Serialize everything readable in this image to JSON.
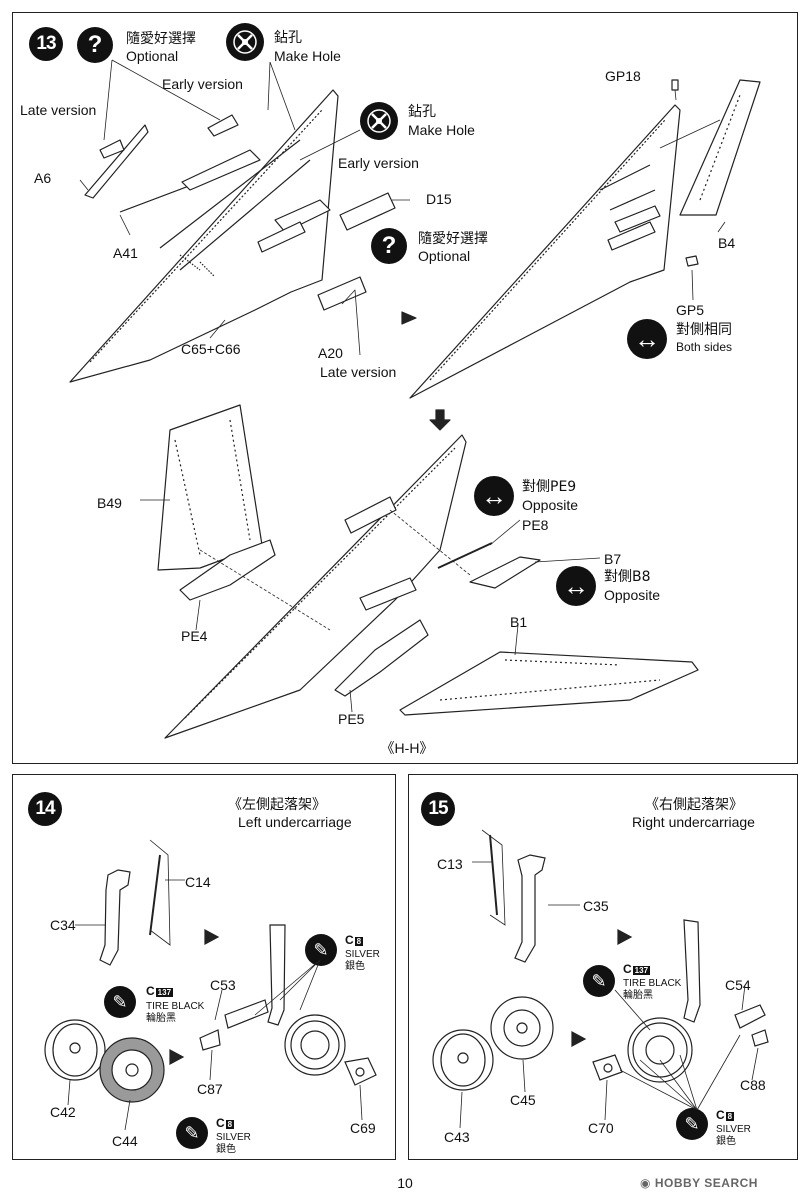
{
  "step13": {
    "number": "13",
    "optional_1_cn": "隨愛好選擇",
    "optional_1_en": "Optional",
    "make_hole_1_cn": "鉆孔",
    "make_hole_1_en": "Make Hole",
    "early_version_1": "Early version",
    "late_version_1": "Late version",
    "make_hole_2_cn": "鉆孔",
    "make_hole_2_en": "Make Hole",
    "early_version_2": "Early version",
    "optional_2_cn": "隨愛好選擇",
    "optional_2_en": "Optional",
    "late_version_2": "Late version",
    "parts": {
      "a6": "A6",
      "a41": "A41",
      "c65c66": "C65+C66",
      "d15": "D15",
      "a20": "A20",
      "gp18": "GP18",
      "b4": "B4",
      "gp5": "GP5",
      "b49": "B49",
      "pe4": "PE4",
      "pe5": "PE5",
      "pe8": "PE8",
      "b7": "B7",
      "b1": "B1"
    },
    "both_sides_cn": "對側相同",
    "both_sides_en": "Both sides",
    "opposite_pe9_cn": "對側PE9",
    "opposite_pe9_en": "Opposite",
    "opposite_b8_cn": "對側B8",
    "opposite_b8_en": "Opposite",
    "section_label": "《H-H》"
  },
  "step14": {
    "number": "14",
    "title_cn": "《左側起落架》",
    "title_en": "Left undercarriage",
    "parts": {
      "c14": "C14",
      "c34": "C34",
      "c53": "C53",
      "c87": "C87",
      "c42": "C42",
      "c44": "C44",
      "c69": "C69"
    },
    "paint_tire_code": "C",
    "paint_tire_num": "137",
    "paint_tire_en": "TIRE BLACK",
    "paint_tire_cn": "輪胎黑",
    "paint_silver_code": "C",
    "paint_silver_num": "8",
    "paint_silver_en": "SILVER",
    "paint_silver_cn": "銀色"
  },
  "step15": {
    "number": "15",
    "title_cn": "《右側起落架》",
    "title_en": "Right undercarriage",
    "parts": {
      "c13": "C13",
      "c35": "C35",
      "c54": "C54",
      "c88": "C88",
      "c43": "C43",
      "c45": "C45",
      "c70": "C70"
    },
    "paint_tire_code": "C",
    "paint_tire_num": "137",
    "paint_tire_en": "TIRE BLACK",
    "paint_tire_cn": "輪胎黑",
    "paint_silver_code": "C",
    "paint_silver_num": "8",
    "paint_silver_en": "SILVER",
    "paint_silver_cn": "銀色"
  },
  "page_number": "10",
  "watermark": "HOBBY SEARCH",
  "icons": {
    "optional": "question-mark-icon",
    "make_hole": "drill-hole-icon",
    "both_sides": "double-arrow-icon",
    "next_step": "arrow-icon",
    "paint": "paint-brush-icon"
  },
  "colors": {
    "line": "#222222",
    "icon_fill": "#111111",
    "tire_gray": "#9a9a9a"
  }
}
